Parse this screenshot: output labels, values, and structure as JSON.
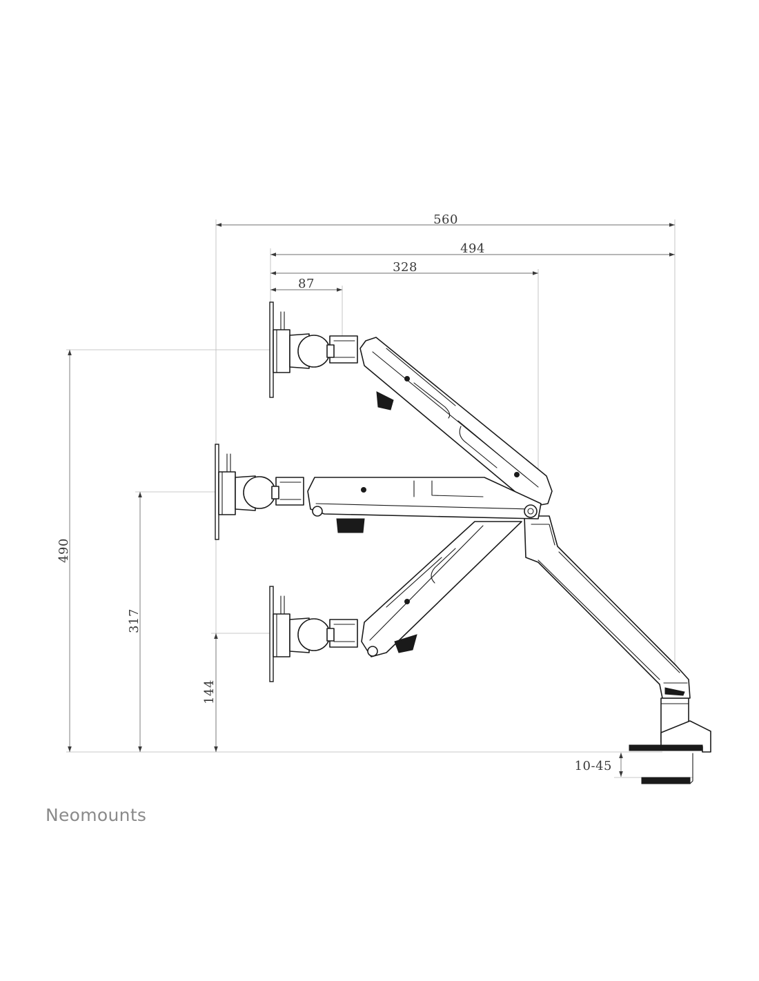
{
  "brand": {
    "name": "Neomounts",
    "color": "#8a8a8a"
  },
  "dimensions": {
    "horizontal": [
      {
        "id": "overall-reach",
        "label": "560"
      },
      {
        "id": "max-extension",
        "label": "494"
      },
      {
        "id": "mid-extension",
        "label": "328"
      },
      {
        "id": "min-extension",
        "label": "87"
      }
    ],
    "vertical": [
      {
        "id": "max-height",
        "label": "490"
      },
      {
        "id": "mid-height",
        "label": "317"
      },
      {
        "id": "min-height",
        "label": "144"
      },
      {
        "id": "clamp-thickness",
        "label": "10-45"
      }
    ]
  },
  "colors": {
    "line": "#1a1a1a",
    "dimension": "#6e6e6e",
    "extension": "#b8b8b8",
    "text": "#3a3a3a"
  }
}
